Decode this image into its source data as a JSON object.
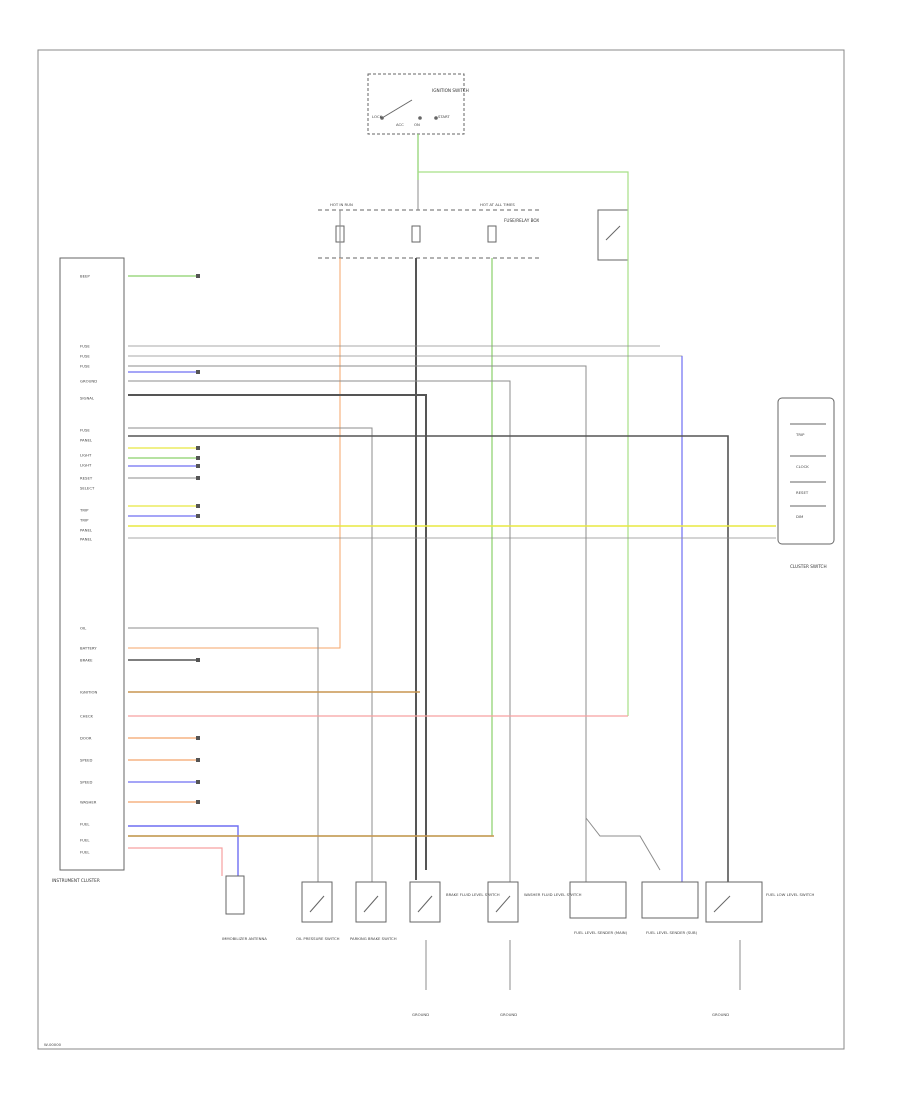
{
  "labels": {
    "ignition_switch_name": "IGNITION SWITCH",
    "ignition_switch_positions": [
      "LOCK",
      "ON",
      "START",
      "ACC"
    ],
    "module_name": "INSTRUMENT CLUSTER",
    "cluster_switch_name": "CLUSTER SWITCH",
    "cluster_switch_contacts": [
      "TRIP",
      "CLOCK",
      "RESET",
      "DIM"
    ],
    "fuse_panel_name": "FUSE/RELAY BOX",
    "hot_run": "HOT IN RUN",
    "hot_at_all_times": "HOT AT ALL TIMES",
    "footer_code": "W-00000",
    "bottom_parts": [
      "OIL PRESSURE SWITCH",
      "PARKING BRAKE SWITCH",
      "BRAKE FLUID LEVEL SWITCH",
      "WASHER FLUID LEVEL SWITCH",
      "FUEL LEVEL SENDER (MAIN)",
      "FUEL LEVEL SENDER (SUB)",
      "FUEL LOW LEVEL SWITCH"
    ],
    "bottom_grounds": [
      "GROUND",
      "GROUND",
      "GROUND"
    ],
    "immobilizer_name": "IMMOBILIZER ANTENNA"
  },
  "pin_labels": [
    "BEEP",
    "FUSE",
    "FUSE",
    "FUSE",
    "GROUND",
    "SIGNAL",
    "FUSE",
    "PANEL",
    "LIGHT",
    "LIGHT",
    "RESET",
    "SELECT",
    "TRIP",
    "TRIP",
    "PANEL",
    "PANEL",
    "OIL",
    "BATTERY",
    "BRAKE",
    "IGNITION",
    "CHECK",
    "DOOR",
    "SPEED",
    "SPEED",
    "WASHER",
    "FUEL",
    "FUEL",
    "FUEL"
  ],
  "wire_colors": [
    "GRN/WHT",
    "WHT/BLU",
    "BLU",
    "YEL",
    "RED/BLU",
    "ORN",
    "BRN/WHT",
    "BLK"
  ],
  "colors": {
    "green": "#8ad06a",
    "light_green": "#a7e087",
    "orange": "#f4a56a",
    "blue": "#6f6ff2",
    "yellow": "#e8e840",
    "pink": "#f6a0a0",
    "brown": "#c89650",
    "gray": "#8c8c8c",
    "dark": "#555555"
  }
}
